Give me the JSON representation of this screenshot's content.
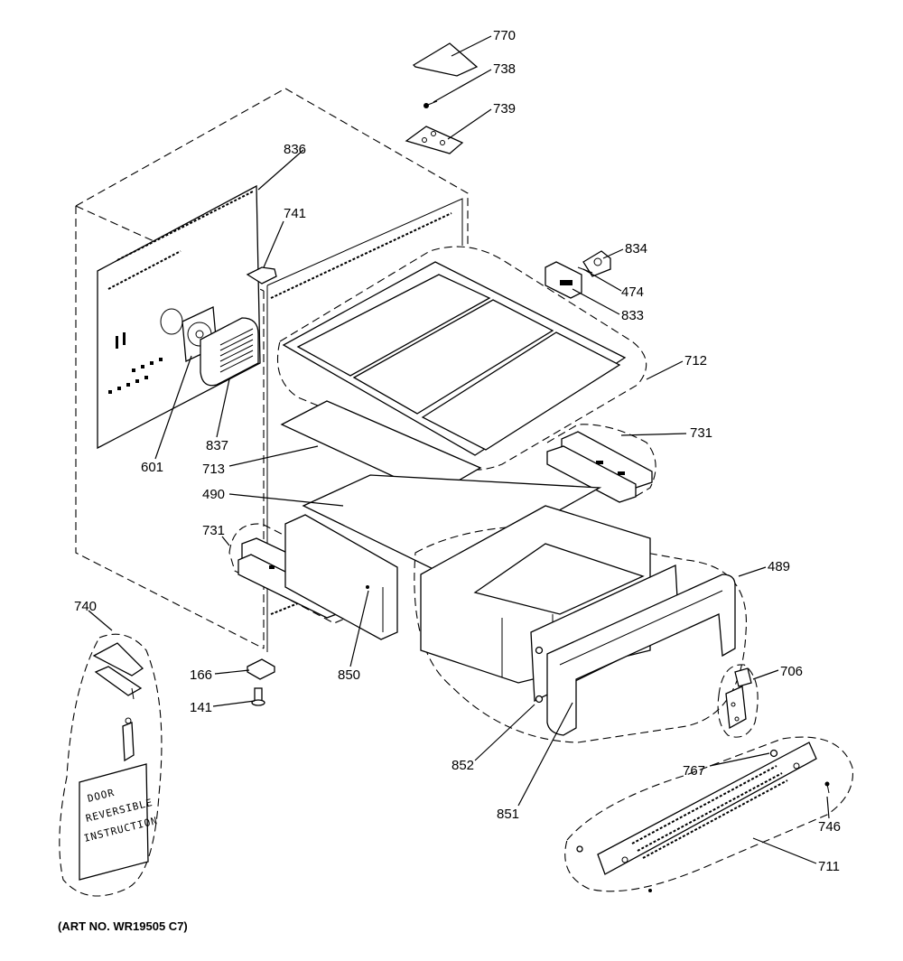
{
  "diagram": {
    "callouts": {
      "c770": "770",
      "c738": "738",
      "c739": "739",
      "c836": "836",
      "c741": "741",
      "c834": "834",
      "c474": "474",
      "c833": "833",
      "c712": "712",
      "c731a": "731",
      "c601": "601",
      "c837": "837",
      "c713": "713",
      "c490": "490",
      "c731b": "731",
      "c489": "489",
      "c740": "740",
      "c166": "166",
      "c141": "141",
      "c850": "850",
      "c706": "706",
      "c852": "852",
      "c851": "851",
      "c767": "767",
      "c746": "746",
      "c711": "711"
    },
    "sign_lines": [
      "DOOR",
      "REVERSIBLE",
      "INSTRUCTION"
    ],
    "art_number": "(ART NO. WR19505 C7)"
  }
}
